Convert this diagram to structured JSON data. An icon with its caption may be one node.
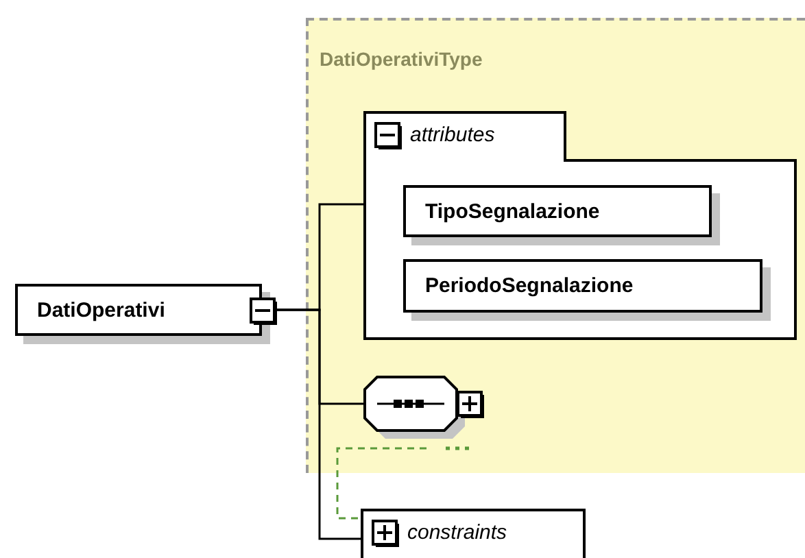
{
  "diagram": {
    "nodes": [
      {
        "text": [
          "DatiOperativi"
        ]
      },
      {
        "text": [
          "DatiOperativiType"
        ]
      },
      {
        "text": [
          "attributes"
        ],
        "in": 1
      },
      {
        "text": [
          "TipoSegnalazione"
        ],
        "in": 2
      },
      {
        "text": [
          "PeriodoSegnalazione"
        ],
        "in": 2
      },
      {
        "text": [],
        "shape": "octagon",
        "in": 1
      },
      {
        "text": [
          "constraints"
        ]
      }
    ],
    "edges": [
      {
        "from": 0,
        "to": 2,
        "arrow": "none"
      },
      {
        "from": 0,
        "to": 5,
        "arrow": "none"
      },
      {
        "from": 0,
        "to": 6,
        "arrow": "none"
      }
    ]
  }
}
